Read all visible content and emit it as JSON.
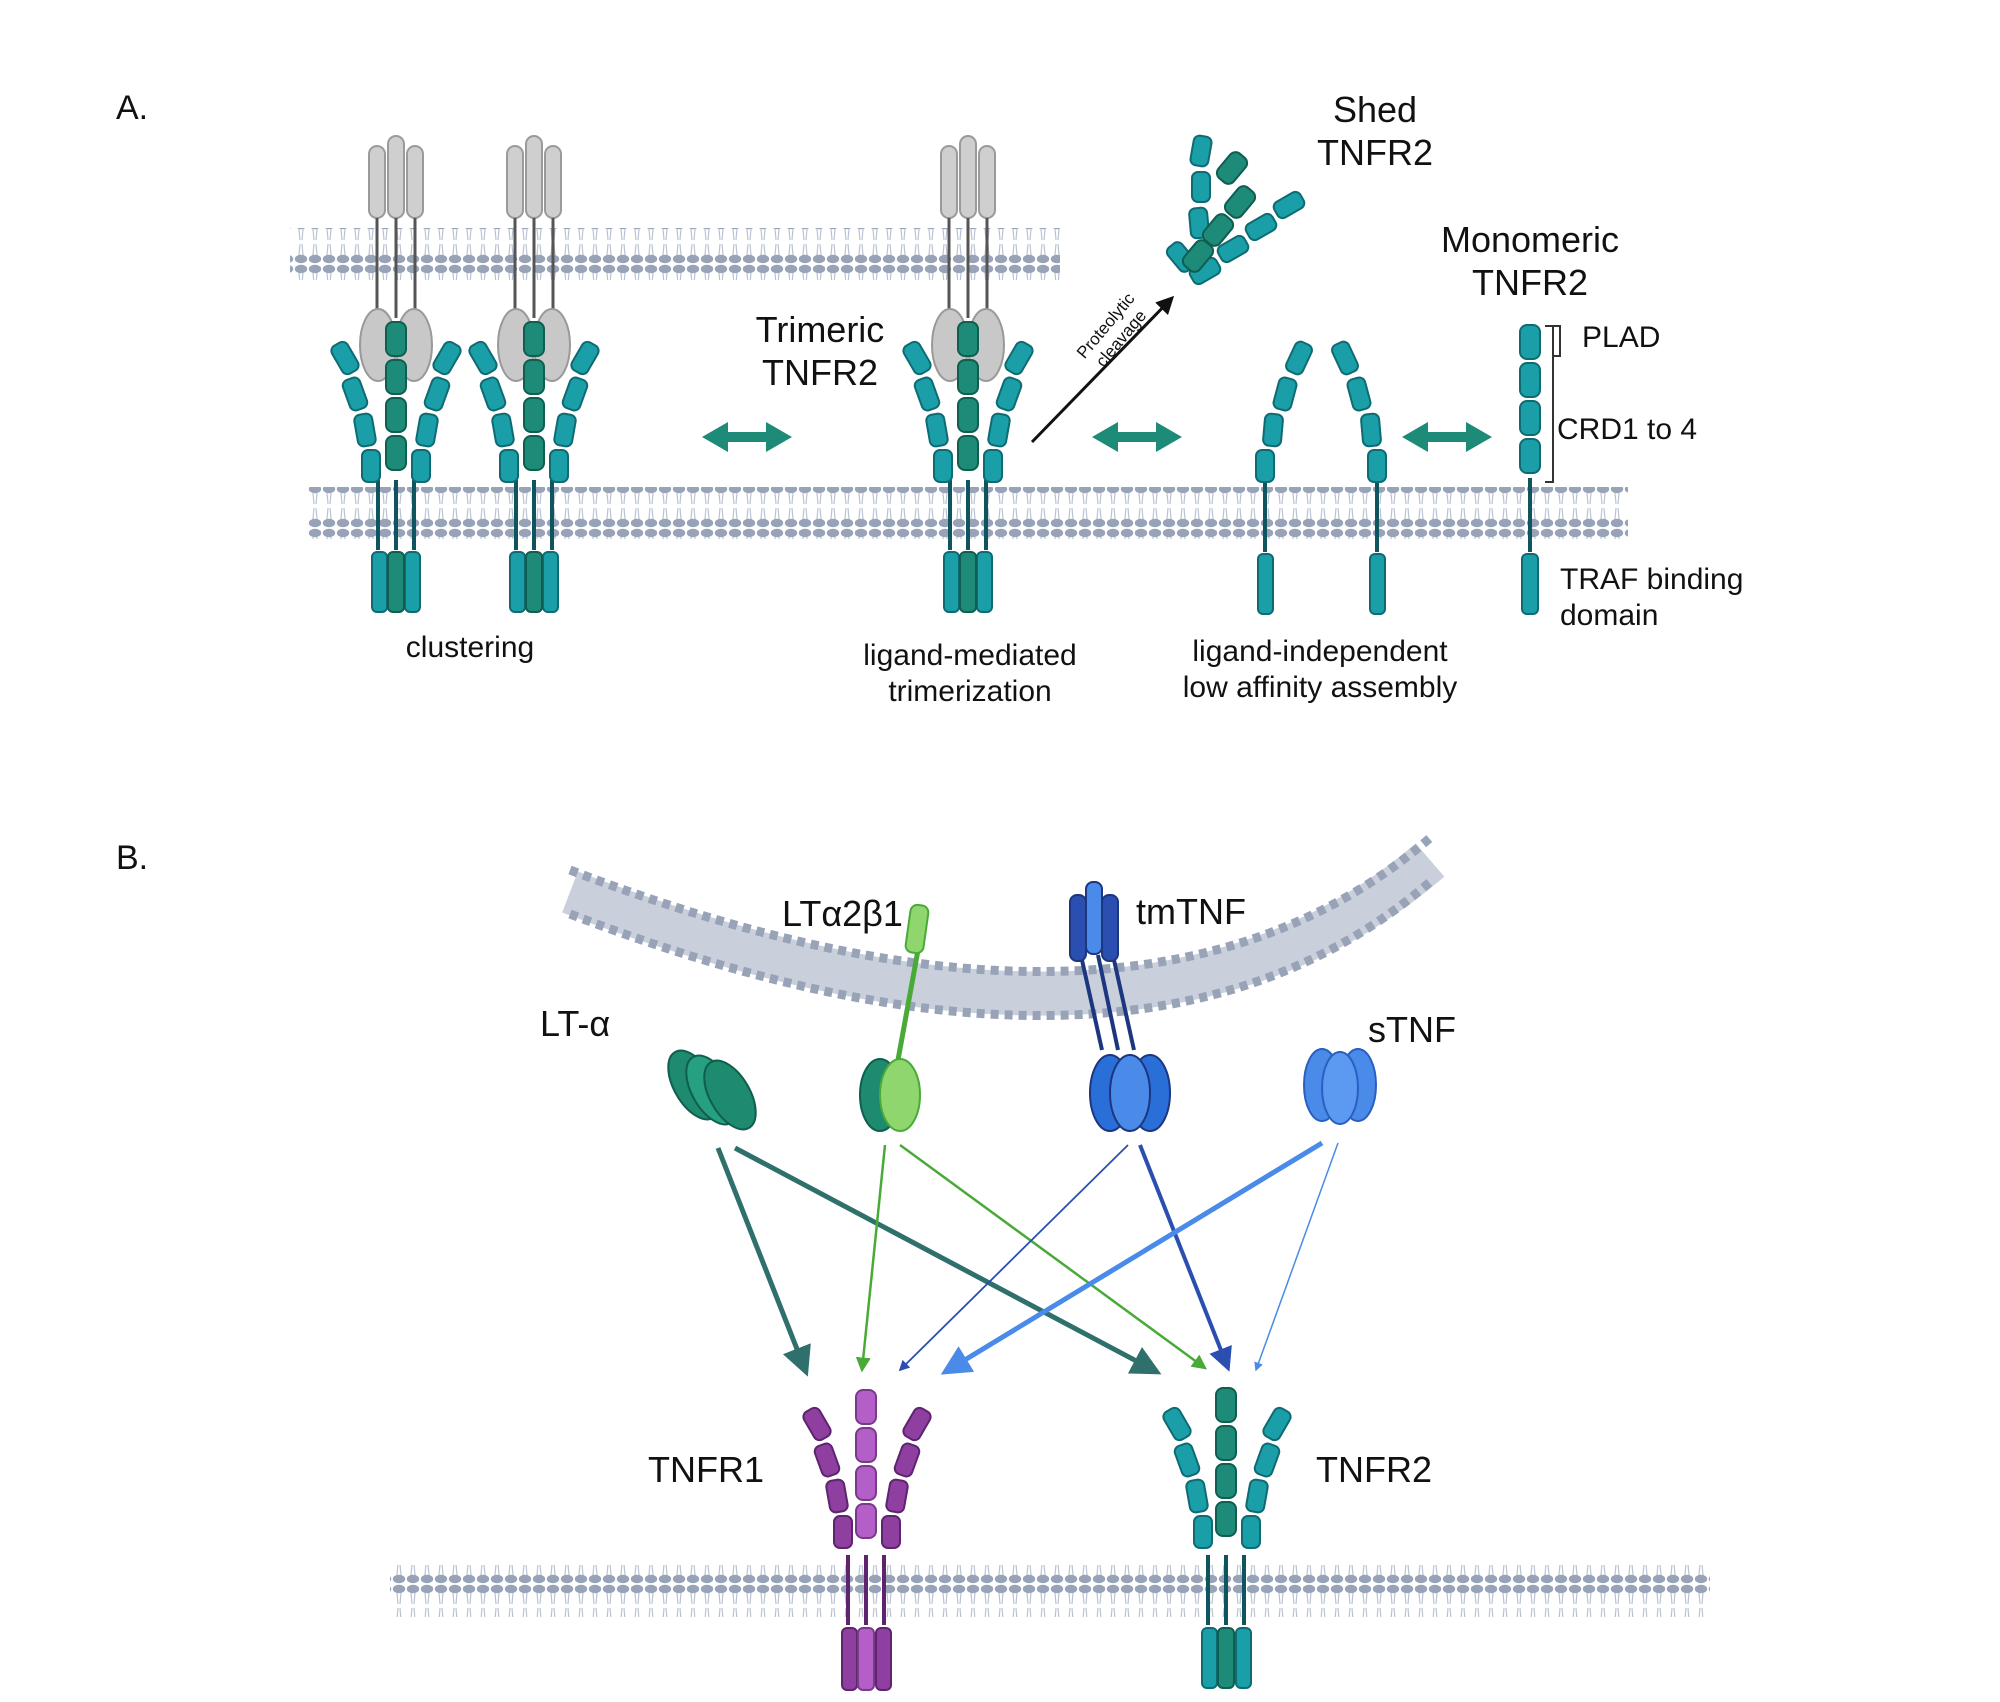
{
  "panel_a": {
    "letter": "A.",
    "shed": {
      "line1": "Shed",
      "line2": "TNFR2"
    },
    "monomeric": {
      "line1": "Monomeric",
      "line2": "TNFR2"
    },
    "trimeric": {
      "line1": "Trimeric",
      "line2": "TNFR2"
    },
    "proteolytic": {
      "line1": "Proteolytic",
      "line2": "cleavage"
    },
    "plad": "PLAD",
    "crd": "CRD1 to 4",
    "traf": {
      "line1": "TRAF binding",
      "line2": "domain"
    },
    "clustering": "clustering",
    "ligand_mediated": {
      "line1": "ligand-mediated",
      "line2": "trimerization"
    },
    "ligand_independent": {
      "line1": "ligand-independent",
      "line2": "low affinity assembly"
    }
  },
  "panel_b": {
    "letter": "B.",
    "lta2b1": "LTα2β1",
    "tmtnf": "tmTNF",
    "lt_alpha": "LT-α",
    "stnf": "sTNF",
    "tnfr1": "TNFR1",
    "tnfr2": "TNFR2"
  },
  "colors": {
    "tnfr2_teal": "#1a9fa8",
    "tnfr2_dark": "#1e8a78",
    "tnfr1_purple": "#8e3fa0",
    "lt_alpha_green": "#1e8a6e",
    "lta2b1_light_green": "#8fd66e",
    "tmtnf_dark_blue": "#2a4fb0",
    "stnf_blue": "#4a8ae8",
    "membrane": "#98a3b8",
    "ligand_grey": "#c8c8c8"
  }
}
